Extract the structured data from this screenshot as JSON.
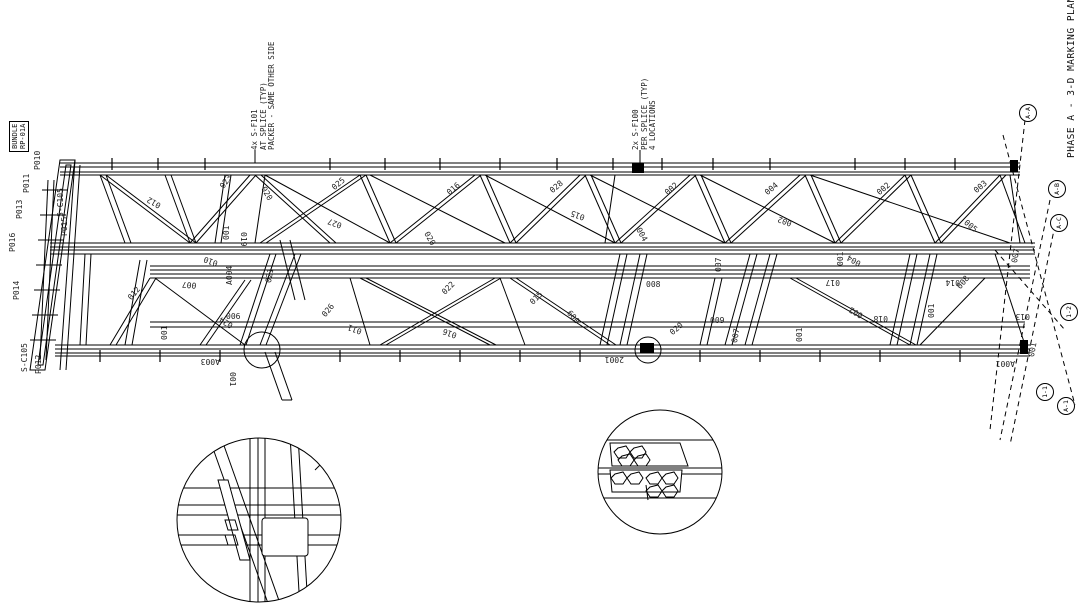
{
  "drawing": {
    "title": "PHASE A - 3-D MARKING PLAN",
    "bundle_tag": [
      "BUNDLE",
      "RP-01A"
    ]
  },
  "callouts": {
    "splice_f101": [
      "4x S-F101",
      "AT SPLICE (TYP)",
      "PACKER - SAME OTHER SIDE"
    ],
    "splice_f100": [
      "2x S-F100",
      "PER SPLICE (TYP)",
      "4 LOCATIONS"
    ]
  },
  "bundle_parts": {
    "labels": [
      "P010",
      "P011",
      "P013",
      "S-C105",
      "P015",
      "P016",
      "P014",
      "S-C105",
      "P012"
    ]
  },
  "grid_lines": {
    "labels": [
      "A-A",
      "A-B",
      "A-C",
      "1-2",
      "1-1",
      "A-1"
    ]
  },
  "member_marks": {
    "top_chord_area": [
      "023",
      "020",
      "019",
      "001",
      "012",
      "025",
      "027",
      "016",
      "020",
      "028",
      "015",
      "004",
      "002",
      "004",
      "002",
      "002",
      "003",
      "005"
    ],
    "mid_area": [
      "010",
      "007",
      "012",
      "A004",
      "021",
      "026",
      "022",
      "015",
      "008",
      "007",
      "001",
      "004",
      "017",
      "014",
      "008",
      "007"
    ],
    "bottom_area": [
      "006",
      "024",
      "001",
      "011",
      "016",
      "009",
      "020",
      "009",
      "007",
      "002",
      "018",
      "001",
      "013",
      "001",
      "001"
    ],
    "bottom_chord": [
      "A003",
      "001",
      "2001",
      "A001"
    ]
  },
  "details": {
    "detail_1": "splice-connection-packer",
    "detail_2": "bolted-splice-plate"
  },
  "colors": {
    "line": "#000000",
    "background": "#ffffff",
    "text": "#222222"
  }
}
